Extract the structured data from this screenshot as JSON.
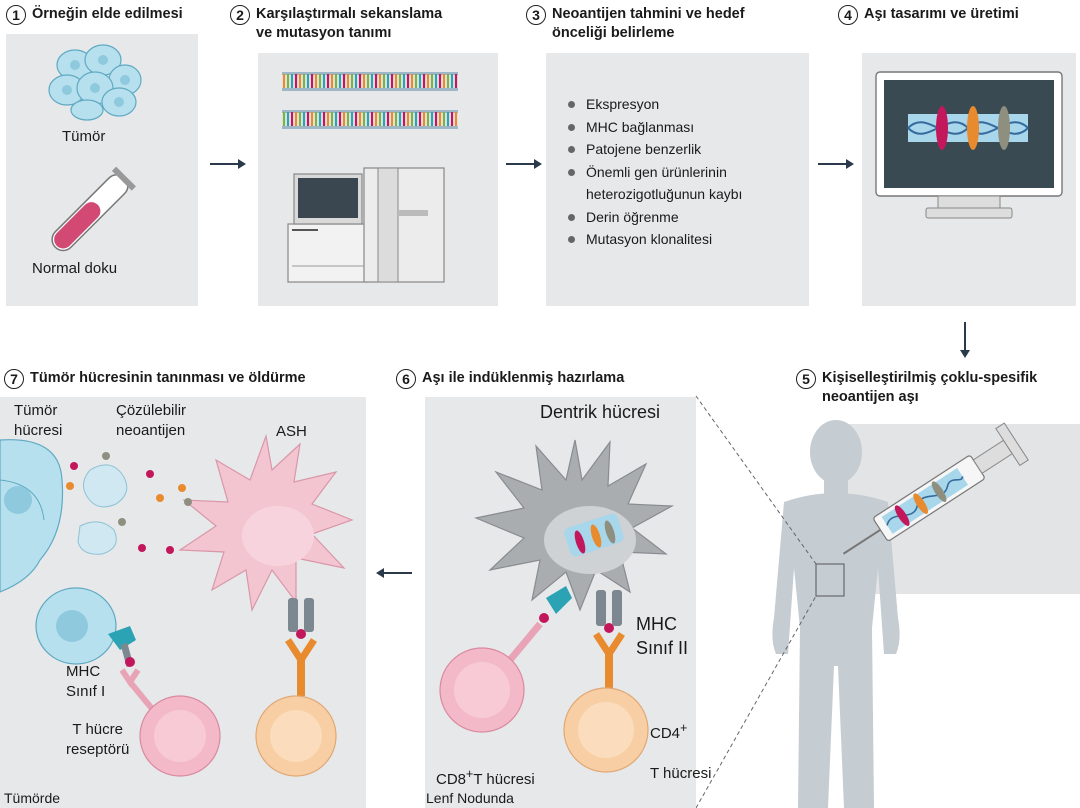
{
  "steps": {
    "s1": {
      "num": "1",
      "title": "Örneğin elde edilmesi"
    },
    "s2": {
      "num": "2",
      "title": "Karşılaştırmalı sekanslama\nve mutasyon tanımı"
    },
    "s3": {
      "num": "3",
      "title": "Neoantijen tahmini ve hedef\nönceliği belirleme"
    },
    "s4": {
      "num": "4",
      "title": "Aşı tasarımı ve üretimi"
    },
    "s5": {
      "num": "5",
      "title": "Kişiselleştirilmiş çoklu-spesifik\nneoantijen aşı"
    },
    "s6": {
      "num": "6",
      "title": "Aşı ile indüklenmiş hazırlama"
    },
    "s7": {
      "num": "7",
      "title": "Tümör hücresinin tanınması ve öldürme"
    }
  },
  "panel1": {
    "tumor": "Tümör",
    "normal": "Normal doku"
  },
  "panel3": {
    "criteria": [
      "Ekspresyon",
      "MHC bağlanması",
      "Patojene benzerlik",
      "Önemli gen ürünlerinin\nheterozigotluğunun kaybı",
      "Derin öğrenme",
      "Mutasyon klonalitesi"
    ]
  },
  "panel6": {
    "dendritic": "Dentrik hücresi",
    "mhc2": "MHC\nSınıf II",
    "cd4_a": "CD4",
    "cd4_sup": "+",
    "cd4_b": "T hücresi",
    "cd8_a": "CD8",
    "cd8_sup": "+",
    "cd8_b": "T hücresi",
    "location": "Lenf Nodunda"
  },
  "panel7": {
    "tumor_cell": "Tümör\nhücresi",
    "soluble": "Çözülebilir\nneoantijen",
    "ash": "ASH",
    "mhc1": "MHC\nSınıf I",
    "tcr": "T hücre\nreseptörü",
    "location": "Tümörde"
  },
  "colors": {
    "panel_bg": "#e7e8ea",
    "tumor_blue": "#b7e0ee",
    "pink_cell": "#f3b9c8",
    "orange_cell": "#f8cfa4",
    "magenta": "#c2185b",
    "orange": "#e88a2e",
    "teal": "#2ba3b4"
  }
}
